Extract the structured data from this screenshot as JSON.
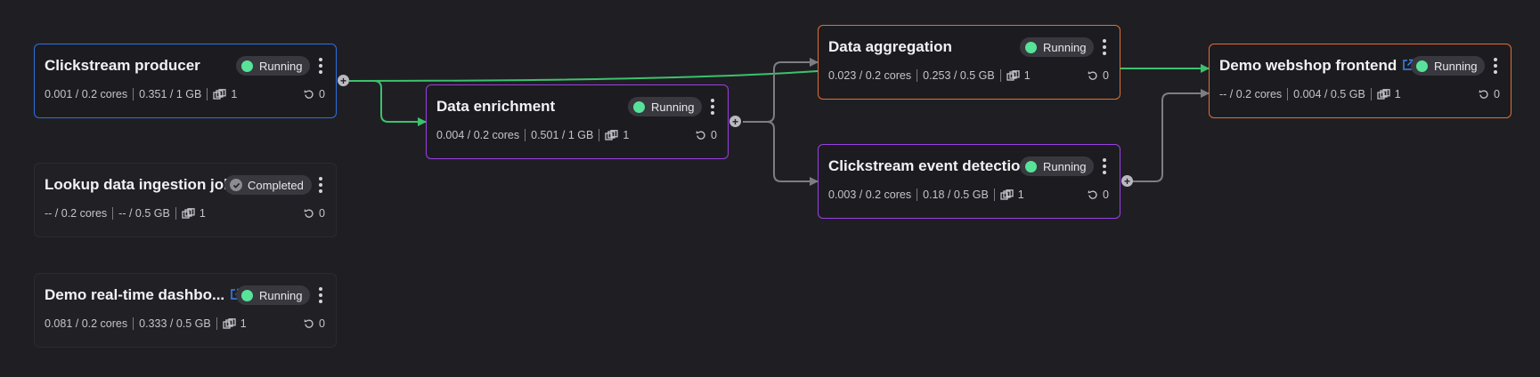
{
  "colors": {
    "running": "#57e39a",
    "edge_active": "#3cc26e",
    "edge_idle": "#7d7d83",
    "blue": "#2f6fe0",
    "purple": "#9a40e4",
    "orange": "#e06e33"
  },
  "nodes": {
    "clickstream_producer": {
      "title": "Clickstream producer",
      "status": "Running",
      "cpu": "0.001 / 0.2 cores",
      "mem": "0.351 / 1 GB",
      "pods": "1",
      "restarts": "0"
    },
    "lookup_ingestion": {
      "title": "Lookup data ingestion job",
      "status": "Completed",
      "cpu": "-- / 0.2 cores",
      "mem": "-- / 0.5 GB",
      "pods": "1",
      "restarts": "0"
    },
    "realtime_dashboard": {
      "title": "Demo real-time dashbo...",
      "status": "Running",
      "cpu": "0.081 / 0.2 cores",
      "mem": "0.333 / 0.5 GB",
      "pods": "1",
      "restarts": "0",
      "icon": "external-link-icon"
    },
    "data_enrichment": {
      "title": "Data enrichment",
      "status": "Running",
      "cpu": "0.004 / 0.2 cores",
      "mem": "0.501 / 1 GB",
      "pods": "1",
      "restarts": "0"
    },
    "data_aggregation": {
      "title": "Data aggregation",
      "status": "Running",
      "cpu": "0.023 / 0.2 cores",
      "mem": "0.253 / 0.5 GB",
      "pods": "1",
      "restarts": "0"
    },
    "event_detection": {
      "title": "Clickstream event detection",
      "status": "Running",
      "cpu": "0.003 / 0.2 cores",
      "mem": "0.18 / 0.5 GB",
      "pods": "1",
      "restarts": "0"
    },
    "webshop_frontend": {
      "title": "Demo webshop frontend",
      "status": "Running",
      "cpu": "-- / 0.2 cores",
      "mem": "0.004 / 0.5 GB",
      "pods": "1",
      "restarts": "0",
      "icon": "external-link-icon"
    }
  },
  "plus_label": "+"
}
